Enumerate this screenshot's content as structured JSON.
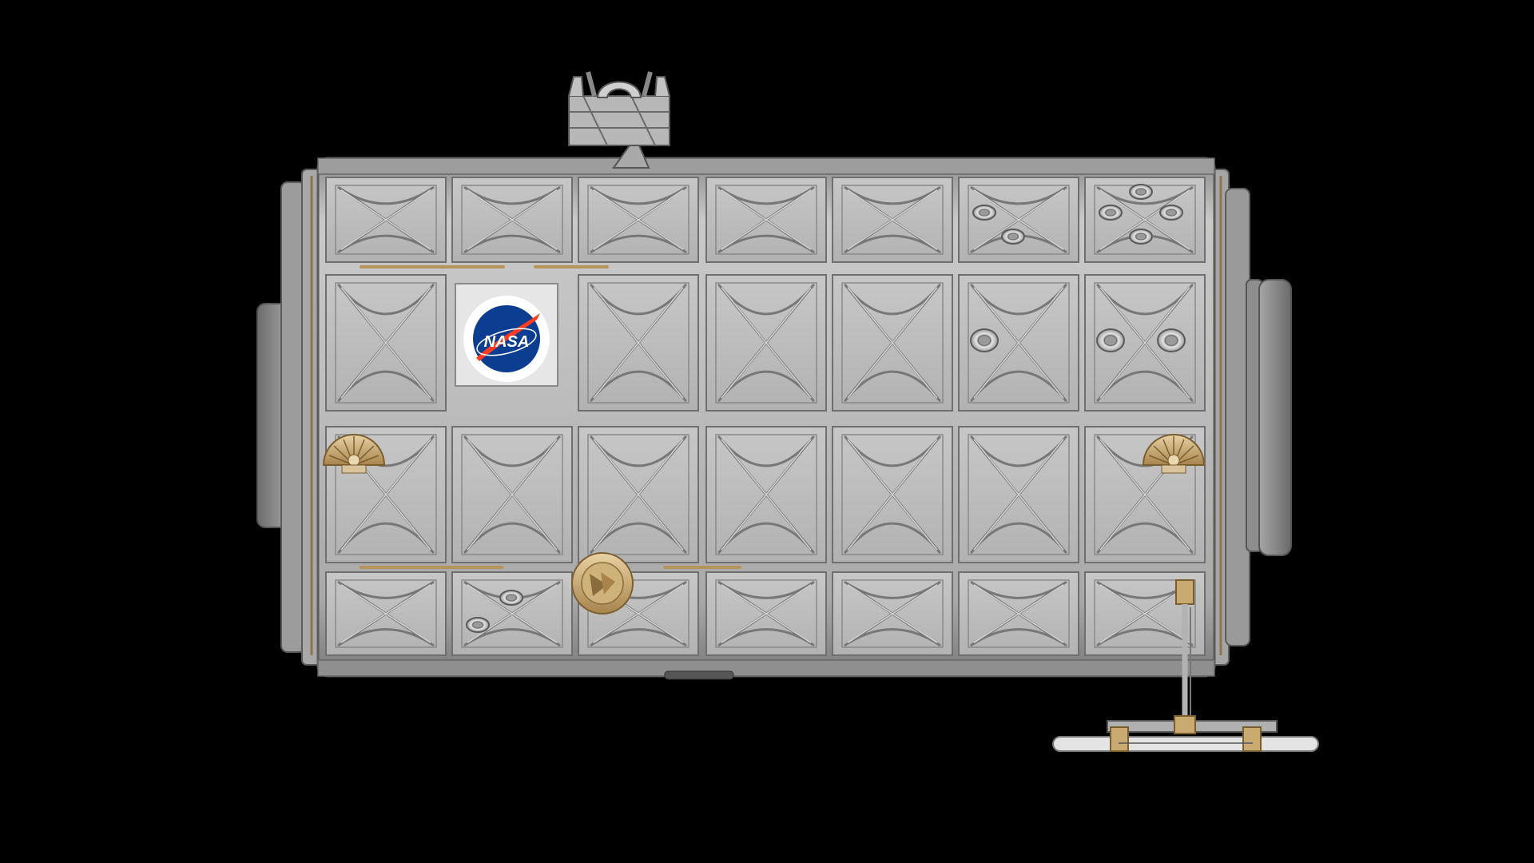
{
  "scene": {
    "background_color": "#000000",
    "subject": "space-station-module",
    "hull_color": "#b9b9b9",
    "hull_shadow_color": "#8a8a8a",
    "panel_line_color": "#6f6f6f",
    "brass_color": "#c8a46a"
  },
  "module": {
    "grid_columns": 7,
    "grid_rows": 4,
    "logo": {
      "text": "NASA",
      "disc_color": "#0b3d91",
      "swoosh_color": "#fc3d21"
    }
  }
}
